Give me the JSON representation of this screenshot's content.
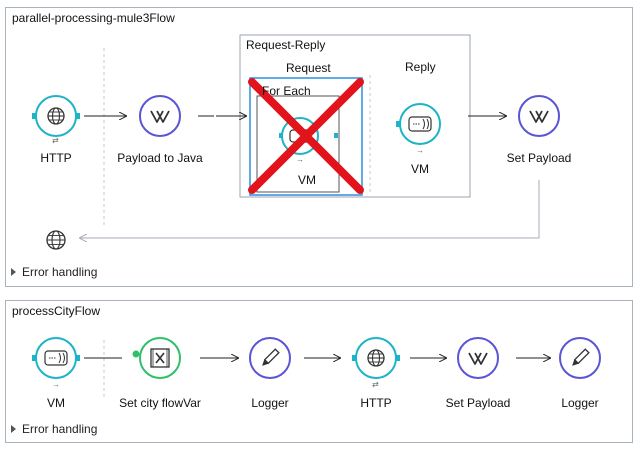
{
  "flows": [
    {
      "title": "parallel-processing-mule3Flow",
      "nodes": [
        {
          "label": "HTTP",
          "icon": "globe-icon"
        },
        {
          "label": "Payload to Java",
          "icon": "transform-icon"
        },
        {
          "label": "VM",
          "icon": "vm-icon"
        },
        {
          "label": "VM",
          "icon": "vm-icon"
        },
        {
          "label": "Set Payload",
          "icon": "transform-icon"
        }
      ],
      "scopes": {
        "request_reply": "Request-Reply",
        "request": "Request",
        "reply": "Reply",
        "for_each": "For Each"
      },
      "error_handling": "Error handling"
    },
    {
      "title": "processCityFlow",
      "nodes": [
        {
          "label": "VM",
          "icon": "vm-icon"
        },
        {
          "label": "Set city flowVar",
          "icon": "variable-icon"
        },
        {
          "label": "Logger",
          "icon": "pencil-icon"
        },
        {
          "label": "HTTP",
          "icon": "globe-icon"
        },
        {
          "label": "Set Payload",
          "icon": "transform-icon"
        },
        {
          "label": "Logger",
          "icon": "pencil-icon"
        }
      ],
      "error_handling": "Error handling"
    }
  ],
  "colors": {
    "teal": "#1fb3c8",
    "purple": "#5a55d6",
    "green": "#2fbf6b",
    "red": "#e2141b",
    "scope_blue": "#2b8fe0"
  }
}
